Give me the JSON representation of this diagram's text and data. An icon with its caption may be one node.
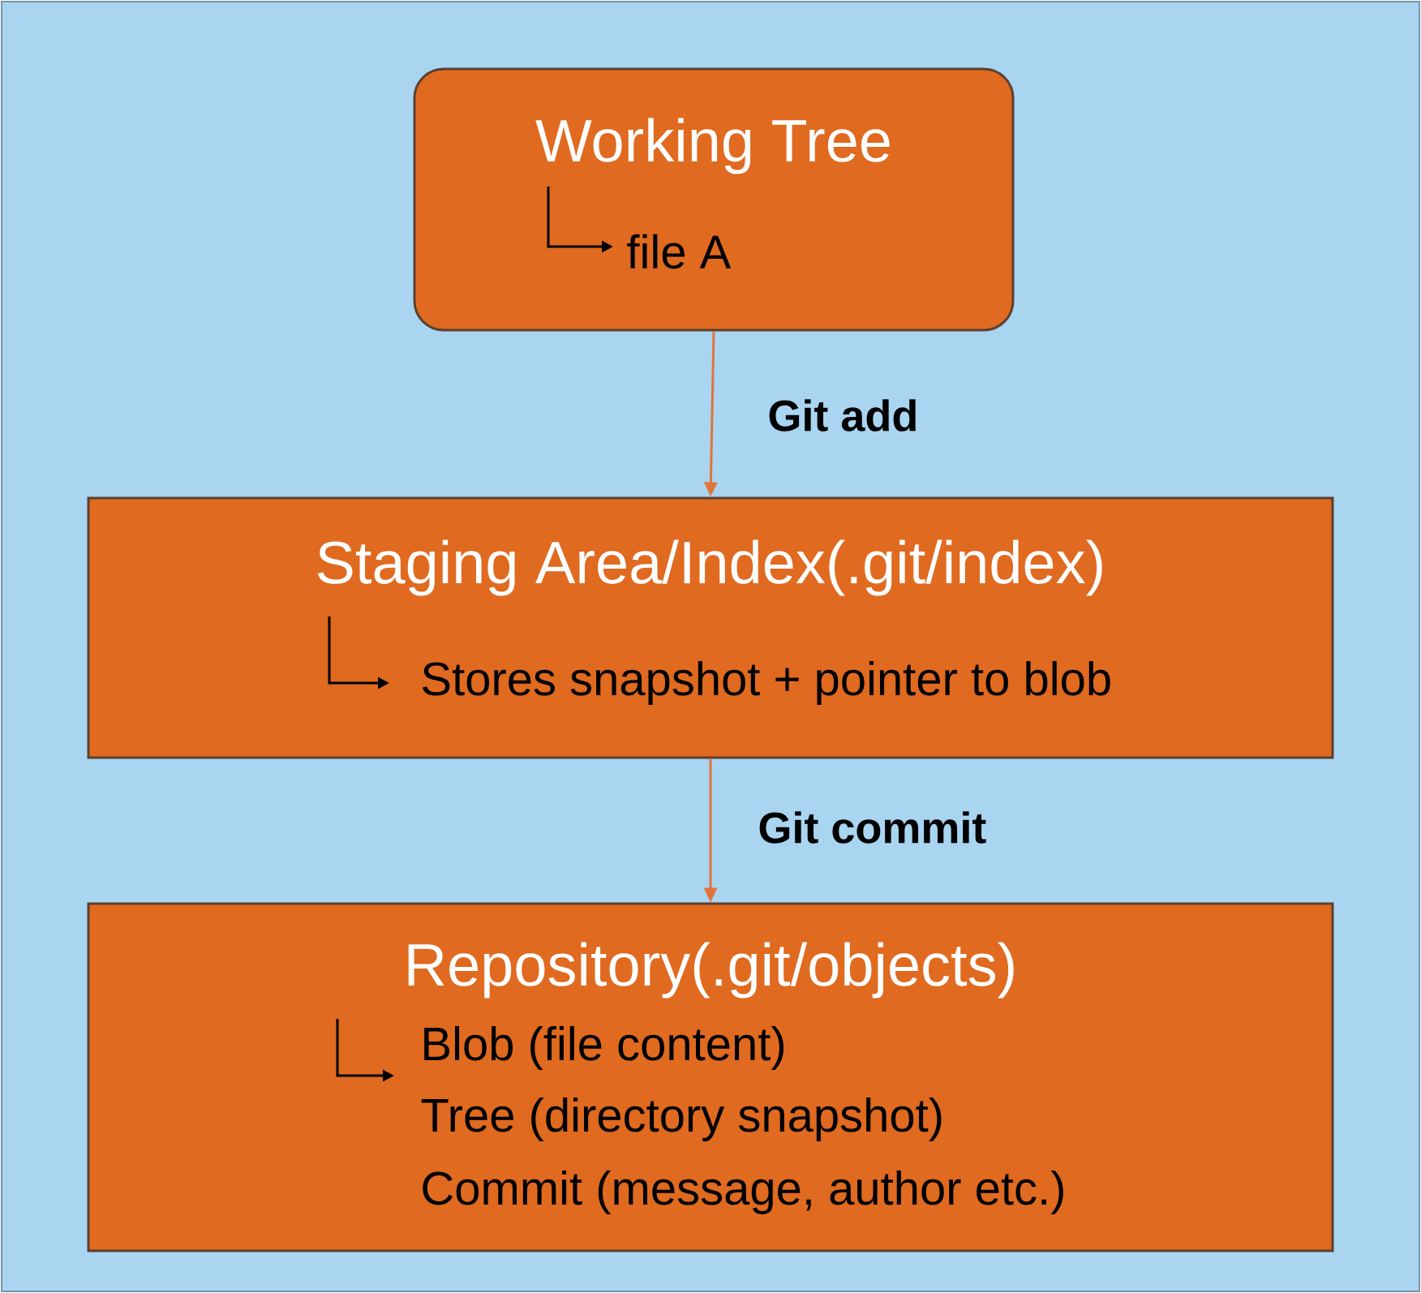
{
  "diagram": {
    "nodes": [
      {
        "text": [
          "Working Tree",
          "file A"
        ]
      },
      {
        "text": [
          "Staging Area/Index(.git/index)",
          "Stores snapshot + pointer to blob"
        ]
      },
      {
        "text": [
          "Repository(.git/objects)",
          "Blob (file content)",
          "Tree (directory snapshot)",
          "Commit (message, author etc.)"
        ]
      }
    ],
    "edges": [
      {
        "from": 0,
        "to": 1,
        "arrow": "to",
        "label": "Git add"
      },
      {
        "from": 1,
        "to": 2,
        "arrow": "to",
        "label": "Git commit"
      }
    ]
  }
}
